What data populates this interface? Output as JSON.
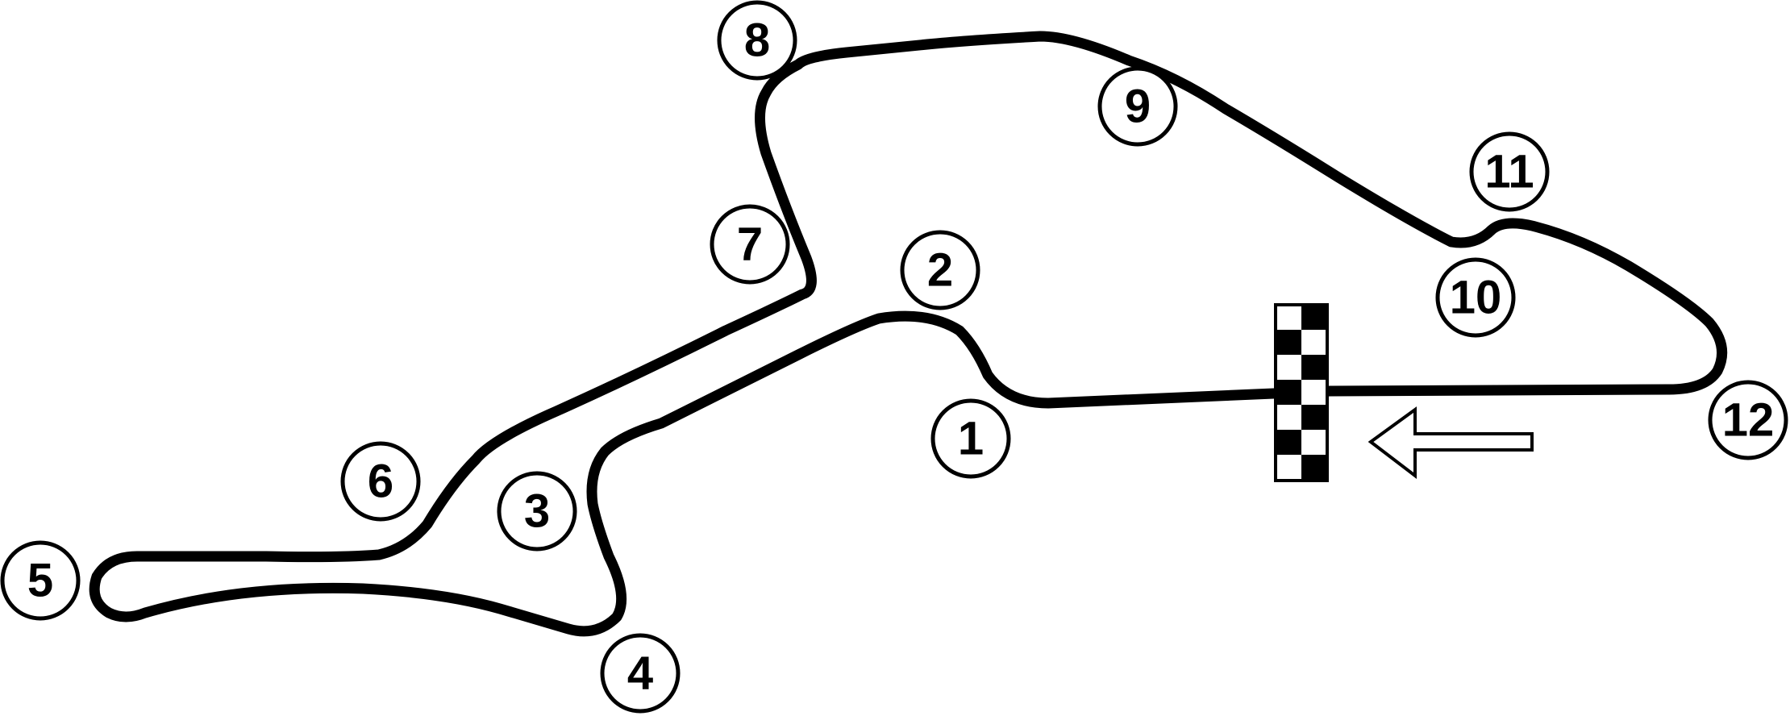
{
  "map": {
    "track_color": "#000000",
    "background_color": "#ffffff",
    "direction": "left",
    "turns": [
      {
        "label": "1"
      },
      {
        "label": "2"
      },
      {
        "label": "3"
      },
      {
        "label": "4"
      },
      {
        "label": "5"
      },
      {
        "label": "6"
      },
      {
        "label": "7"
      },
      {
        "label": "8"
      },
      {
        "label": "9"
      },
      {
        "label": "10"
      },
      {
        "label": "11"
      },
      {
        "label": "12"
      }
    ]
  },
  "icons": {
    "finish": "checkered-flag-icon",
    "direction": "arrow-left-icon"
  }
}
